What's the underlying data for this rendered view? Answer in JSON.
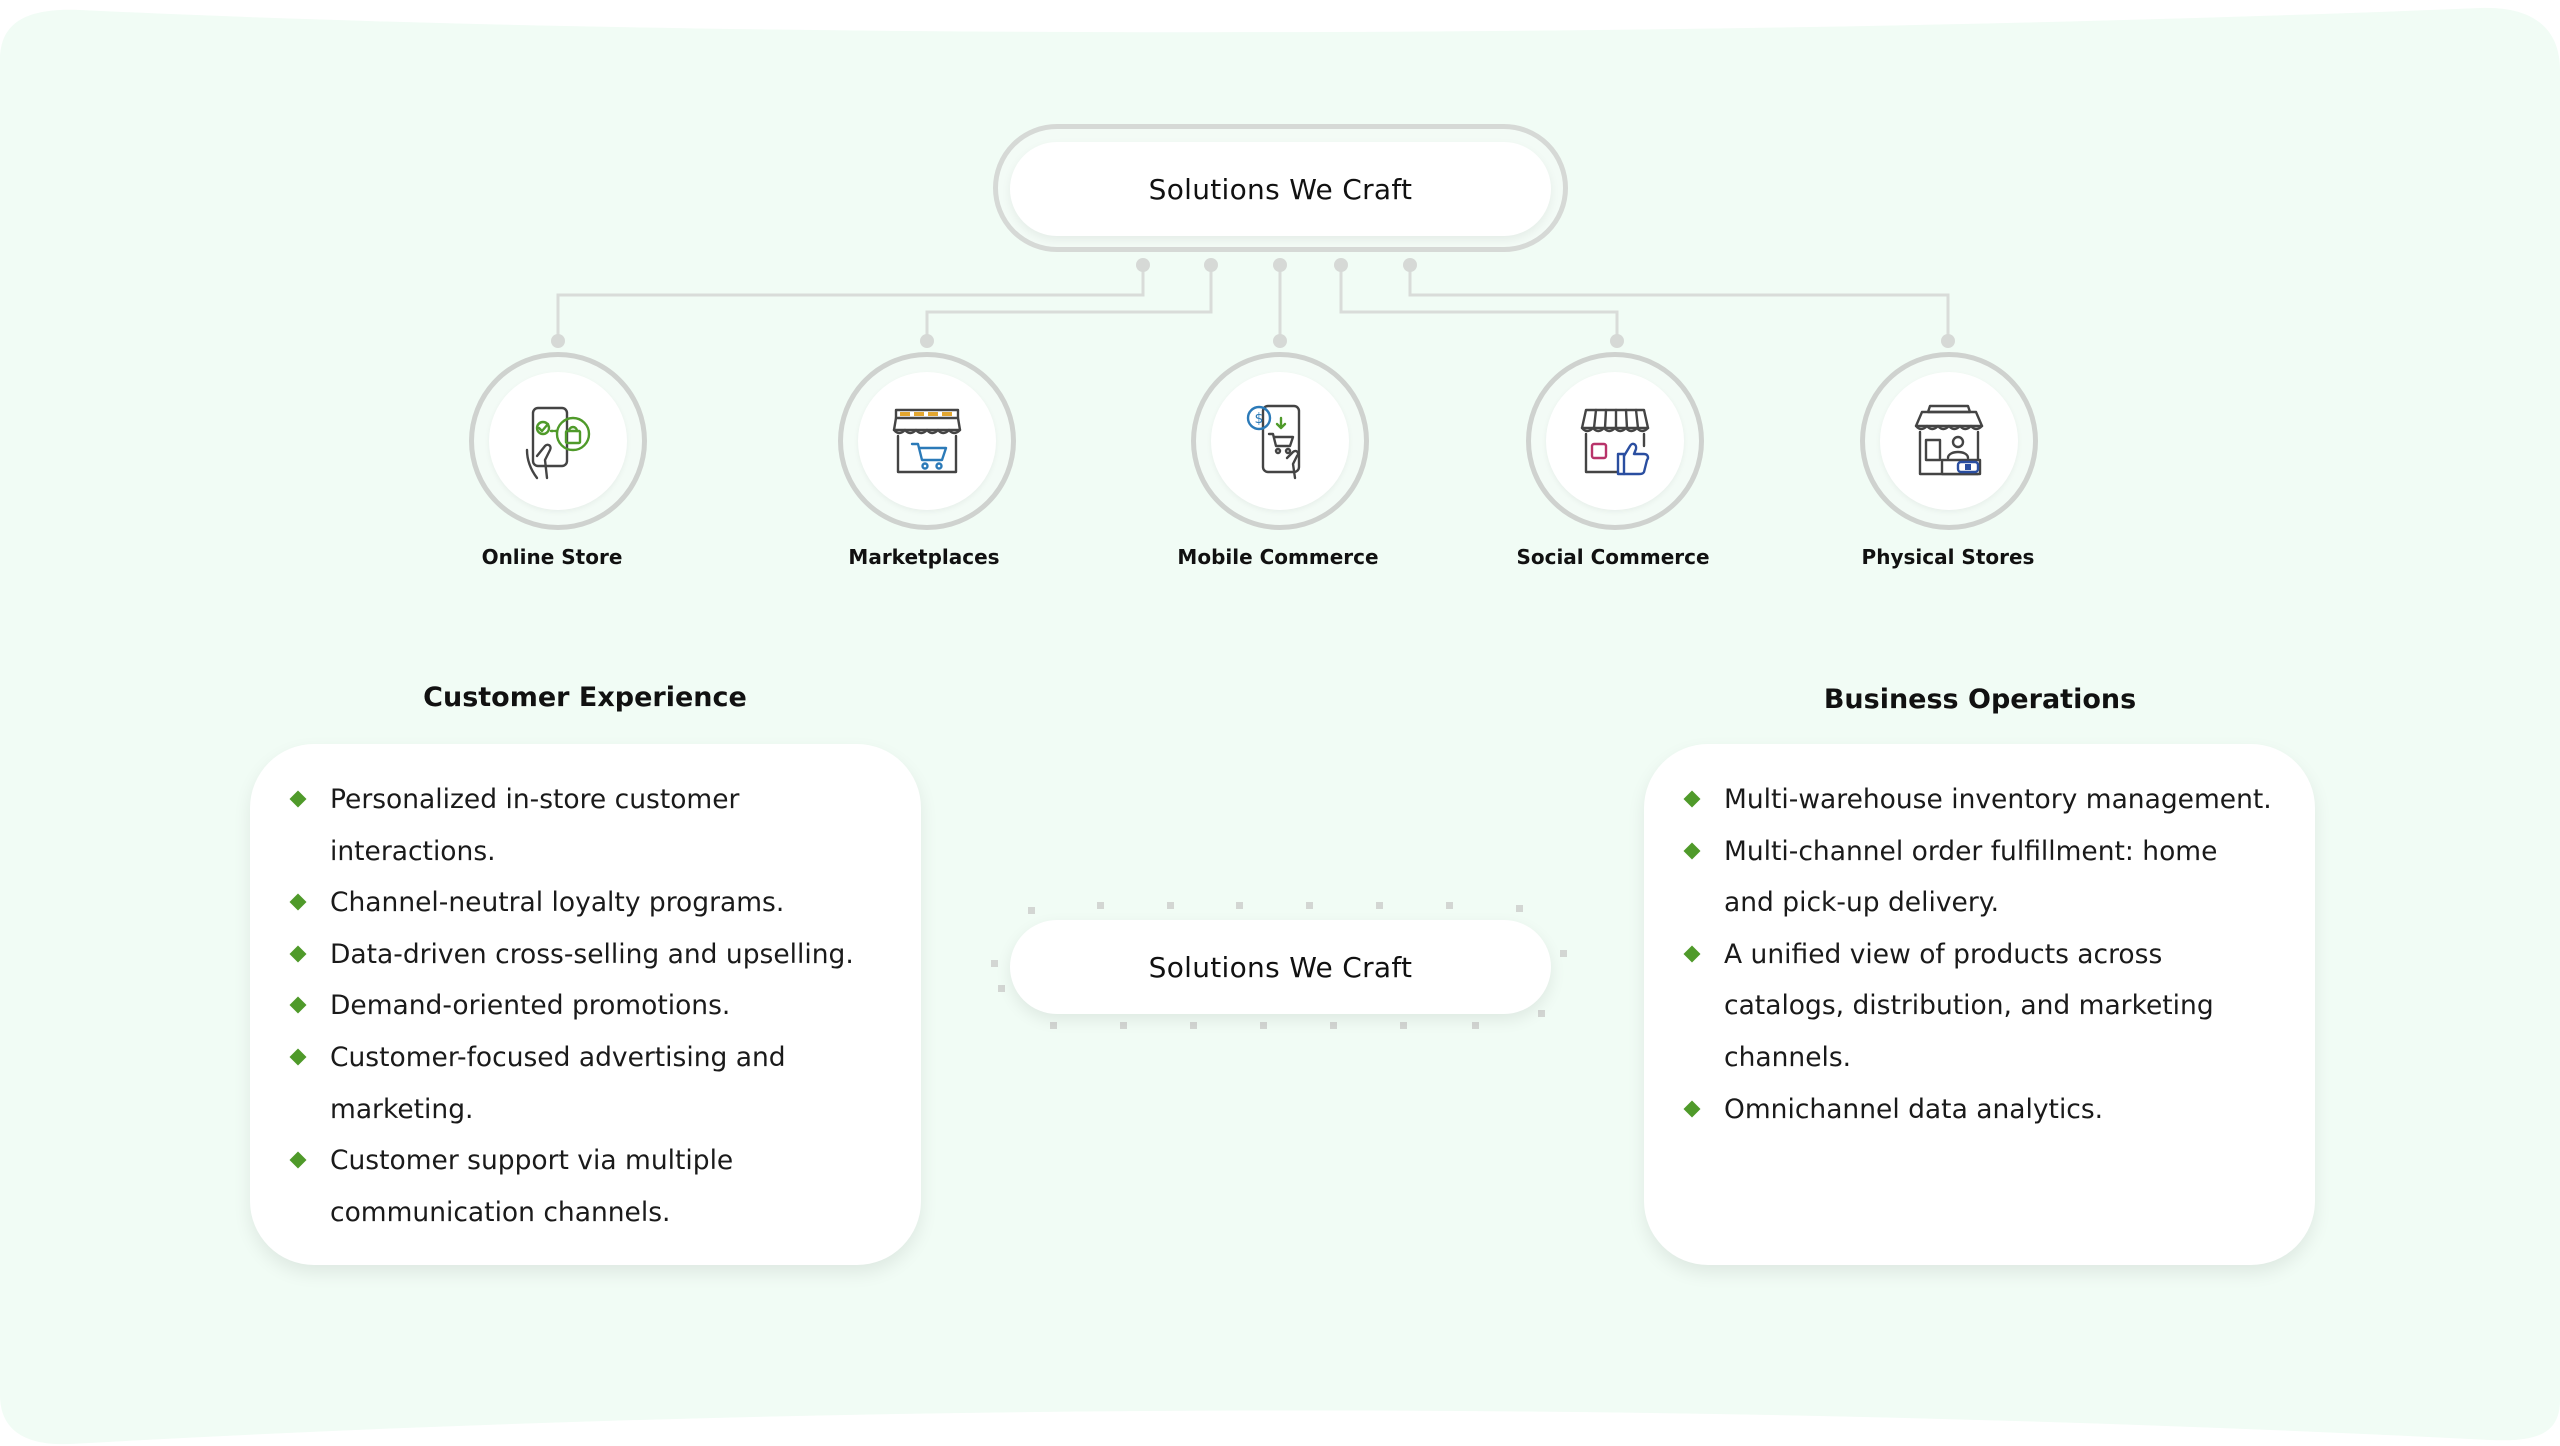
{
  "header": {
    "title": "Solutions We Craft"
  },
  "center": {
    "title": "Solutions We Craft"
  },
  "channels": [
    {
      "label": "Online Store",
      "icon": "smartphone-shopping-bag-icon"
    },
    {
      "label": "Marketplaces",
      "icon": "storefront-cart-icon"
    },
    {
      "label": "Mobile Commerce",
      "icon": "phone-payment-cart-icon"
    },
    {
      "label": "Social Commerce",
      "icon": "store-thumbs-up-icon"
    },
    {
      "label": "Physical Stores",
      "icon": "shop-cashier-icon"
    }
  ],
  "customer_experience": {
    "heading": "Customer Experience",
    "items": [
      "Personalized in-store customer interactions.",
      "Channel-neutral loyalty programs.",
      "Data-driven cross-selling and upselling.",
      "Demand-oriented promotions.",
      "Customer-focused advertising and marketing.",
      "Customer support via multiple communication channels."
    ]
  },
  "business_operations": {
    "heading": "Business Operations",
    "items": [
      "Multi-warehouse inventory management.",
      "Multi-channel order fulfillment: home and pick-up delivery.",
      "A unified view of products across catalogs, distribution, and marketing channels.",
      "Omnichannel data analytics."
    ]
  },
  "colors": {
    "background": "#f1fcf5",
    "bullet": "#4f9a2a",
    "connector": "#d9dcd9",
    "node_border": "#cfd2cf"
  }
}
